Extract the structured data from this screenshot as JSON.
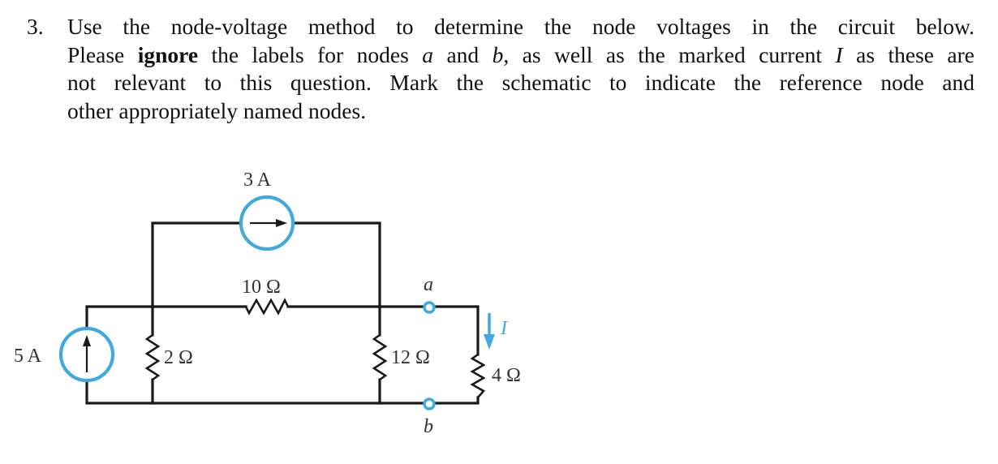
{
  "question": {
    "number": "3.",
    "lines": [
      [
        "Use the node-voltage method to determine the node voltages in the circuit below."
      ],
      [
        "Please ",
        "ignore",
        " the labels for nodes ",
        "a",
        " and ",
        "b",
        ", as well as the marked current ",
        "I",
        " as these are"
      ],
      [
        "not relevant to this question. Mark the schematic to indicate the reference node and"
      ],
      [
        "other appropriately named nodes."
      ]
    ],
    "line1": "Use the node-voltage method to determine the node voltages in the circuit below.",
    "line2_part1": "Please ",
    "line2_bold": "ignore",
    "line2_part2": " the labels for nodes ",
    "line2_node_a": "a",
    "line2_part3": " and ",
    "line2_node_b": "b",
    "line2_part4": ", as well as the marked current ",
    "line2_current": "I",
    "line2_part5": " as these are",
    "line3": "not relevant to this question. Mark the schematic to indicate the reference node and",
    "line4": "other appropriately named nodes."
  },
  "circuit": {
    "source_5A": {
      "label": "5 A",
      "direction": "up"
    },
    "source_3A": {
      "label": "3 A",
      "direction": "right"
    },
    "resistor_2": {
      "label": "2 Ω"
    },
    "resistor_10": {
      "label": "10 Ω"
    },
    "resistor_12": {
      "label": "12 Ω"
    },
    "resistor_4": {
      "label": "4 Ω"
    },
    "node_a": {
      "label": "a"
    },
    "node_b": {
      "label": "b"
    },
    "current_I": {
      "label": "I",
      "direction": "down"
    },
    "colors": {
      "wire": "#1a1a1a",
      "source": "#3fa9e0",
      "label": "#333333"
    }
  }
}
